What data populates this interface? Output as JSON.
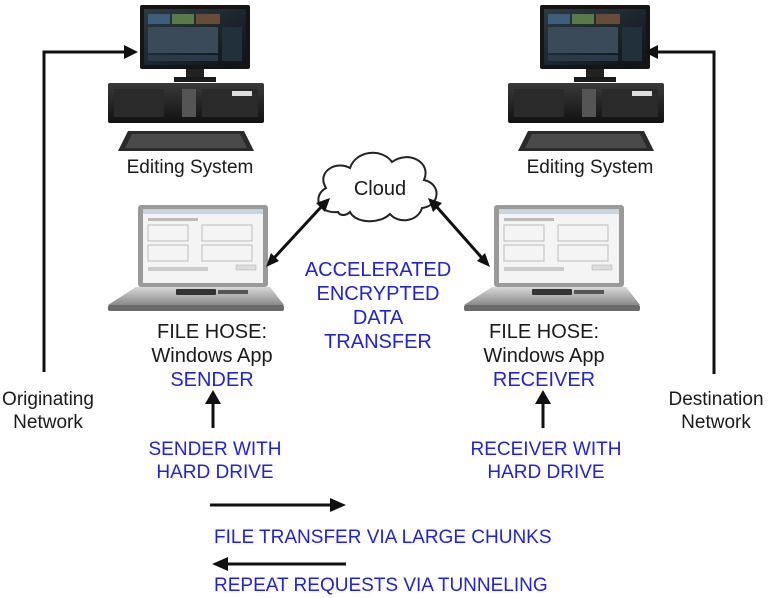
{
  "colors": {
    "accent_text": "#2222dd",
    "text": "#1a1a1a",
    "arrow": "#111111",
    "cloud_stroke": "#222222"
  },
  "editing_system_left": "Editing System",
  "editing_system_right": "Editing System",
  "cloud_label": "Cloud",
  "center_text": [
    "ACCELERATED",
    "ENCRYPTED",
    "DATA",
    "TRANSFER"
  ],
  "sender": {
    "line1": "FILE HOSE:",
    "line2": "Windows App",
    "role": "SENDER"
  },
  "receiver": {
    "line1": "FILE HOSE:",
    "line2": "Windows App",
    "role": "RECEIVER"
  },
  "sender_drive": [
    "SENDER WITH",
    "HARD DRIVE"
  ],
  "receiver_drive": [
    "RECEIVER WITH",
    "HARD DRIVE"
  ],
  "originating_network": [
    "Originating",
    "Network"
  ],
  "destination_network": [
    "Destination",
    "Network"
  ],
  "legend": {
    "forward": "FILE TRANSFER VIA LARGE CHUNKS",
    "backward": "REPEAT REQUESTS VIA TUNNELING"
  },
  "icons": [
    "workstation-icon",
    "laptop-icon",
    "cloud-icon",
    "arrow-icon"
  ]
}
